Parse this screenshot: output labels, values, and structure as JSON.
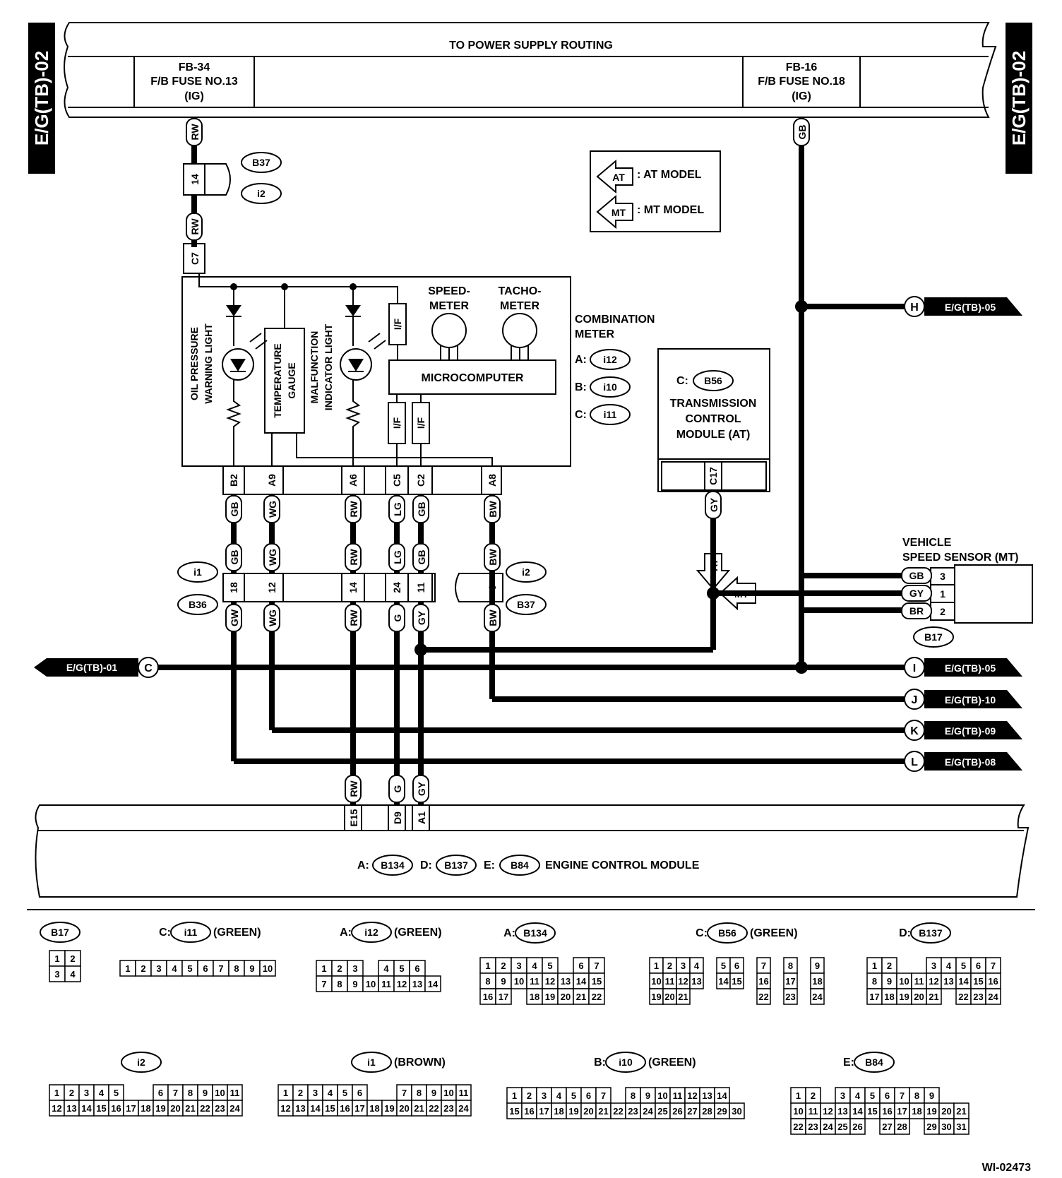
{
  "header": {
    "side_tag": "E/G(TB)-02",
    "power_supply_title": "TO POWER SUPPLY ROUTING",
    "fuse_left": {
      "line1": "FB-34",
      "line2": "F/B FUSE NO.13",
      "line3": "(IG)"
    },
    "fuse_right": {
      "line1": "FB-16",
      "line2": "F/B FUSE NO.18",
      "line3": "(IG)"
    }
  },
  "legend": {
    "at_symbol": "AT",
    "at_text": ": AT MODEL",
    "mt_symbol": "MT",
    "mt_text": ": MT MODEL"
  },
  "combination_meter": {
    "title_line1": "COMBINATION",
    "title_line2": "METER",
    "refs": [
      {
        "prefix": "A:",
        "code": "i12"
      },
      {
        "prefix": "B:",
        "code": "i10"
      },
      {
        "prefix": "C:",
        "code": "i11"
      }
    ],
    "oil_light": {
      "line1": "OIL PRESSURE",
      "line2": "WARNING LIGHT"
    },
    "temp_gauge": {
      "line1": "TEMPERATURE",
      "line2": "GAUGE"
    },
    "mil": {
      "line1": "MALFUNCTION",
      "line2": "INDICATOR LIGHT"
    },
    "speedometer": {
      "line1": "SPEED-",
      "line2": "METER"
    },
    "tachometer": {
      "line1": "TACHO-",
      "line2": "METER"
    },
    "microcomputer": "MICROCOMPUTER",
    "if_label": "I/F",
    "pins": [
      "B2",
      "A9",
      "A6",
      "C5",
      "C2",
      "A8"
    ],
    "pin_c7": "C7"
  },
  "tcm": {
    "ref_prefix": "C:",
    "ref_code": "B56",
    "line1": "TRANSMISSION",
    "line2": "CONTROL",
    "line3": "MODULE (AT)",
    "pin": "C17",
    "wire": "GY"
  },
  "vss": {
    "line1": "VEHICLE",
    "line2": "SPEED SENSOR (MT)",
    "rows": [
      {
        "wire": "GB",
        "pin": "3"
      },
      {
        "wire": "GY",
        "pin": "1"
      },
      {
        "wire": "BR",
        "pin": "2"
      }
    ],
    "connector": "B17"
  },
  "connectors": {
    "b37": "B37",
    "i2": "i2",
    "i1": "i1",
    "b36": "B36",
    "pin14": "14",
    "upper_wires": [
      "GB",
      "WG",
      "RW",
      "LG",
      "GB",
      "BW"
    ],
    "mid_wires": [
      "GB",
      "WG",
      "RW",
      "LG",
      "GB",
      "BW"
    ],
    "mid_pins": [
      "18",
      "12",
      "14",
      "24",
      "11",
      "6"
    ],
    "lower_wires": [
      "GW",
      "WG",
      "RW",
      "G",
      "GY",
      "BW"
    ],
    "wire_rw": "RW",
    "wire_gb": "GB"
  },
  "routes": {
    "left": {
      "letter": "C",
      "label": "E/G(TB)-01"
    },
    "right": [
      {
        "letter": "H",
        "label": "E/G(TB)-05"
      },
      {
        "letter": "I",
        "label": "E/G(TB)-05"
      },
      {
        "letter": "J",
        "label": "E/G(TB)-10"
      },
      {
        "letter": "K",
        "label": "E/G(TB)-09"
      },
      {
        "letter": "L",
        "label": "E/G(TB)-08"
      }
    ]
  },
  "ecm": {
    "wires": [
      "RW",
      "G",
      "GY"
    ],
    "pins": [
      "E15",
      "D9",
      "A1"
    ],
    "ref_a_prefix": "A:",
    "ref_a": "B134",
    "ref_d_prefix": "D:",
    "ref_d": "B137",
    "ref_e_prefix": "E:",
    "ref_e": "B84",
    "title": "ENGINE CONTROL MODULE"
  },
  "connector_views": {
    "b17": {
      "code": "B17",
      "rows": [
        [
          "1",
          "2"
        ],
        [
          "3",
          "4"
        ]
      ]
    },
    "i11": {
      "prefix": "C:",
      "code": "i11",
      "color": "(GREEN)",
      "rows": [
        [
          "1",
          "2",
          "3",
          "4",
          "5",
          "6",
          "7",
          "8",
          "9",
          "10"
        ]
      ]
    },
    "i12": {
      "prefix": "A:",
      "code": "i12",
      "color": "(GREEN)",
      "rows": [
        [
          "1",
          "2",
          "3",
          "",
          "4",
          "5",
          "6"
        ],
        [
          "7",
          "8",
          "9",
          "10",
          "11",
          "12",
          "13",
          "14"
        ]
      ]
    },
    "b134": {
      "prefix": "A:",
      "code": "B134",
      "rows": [
        [
          "1",
          "2",
          "3",
          "4",
          "5",
          "",
          "6",
          "7"
        ],
        [
          "8",
          "9",
          "10",
          "11",
          "12",
          "13",
          "14",
          "15"
        ],
        [
          "16",
          "17",
          "",
          "18",
          "19",
          "20",
          "21",
          "22"
        ]
      ]
    },
    "b56": {
      "prefix": "C:",
      "code": "B56",
      "color": "(GREEN)",
      "rows": [
        [
          "1",
          "2",
          "3",
          "4",
          "",
          "5",
          "6",
          "",
          "7",
          "",
          "8",
          "",
          "9"
        ],
        [
          "10",
          "11",
          "12",
          "13",
          "",
          "14",
          "15",
          "",
          "16",
          "",
          "17",
          "",
          "18"
        ],
        [
          "19",
          "20",
          "21",
          "",
          "",
          "",
          "",
          "",
          "22",
          "",
          "23",
          "",
          "24"
        ]
      ]
    },
    "b137": {
      "prefix": "D:",
      "code": "B137",
      "rows": [
        [
          "1",
          "2",
          "",
          "",
          "3",
          "4",
          "5",
          "6",
          "7"
        ],
        [
          "8",
          "9",
          "10",
          "11",
          "12",
          "13",
          "14",
          "15",
          "16"
        ],
        [
          "17",
          "18",
          "19",
          "20",
          "21",
          "",
          "22",
          "23",
          "24"
        ]
      ]
    },
    "i2": {
      "code": "i2",
      "rows": [
        [
          "1",
          "2",
          "3",
          "4",
          "5",
          "",
          "",
          "6",
          "7",
          "8",
          "9",
          "10",
          "11"
        ],
        [
          "12",
          "13",
          "14",
          "15",
          "16",
          "17",
          "18",
          "19",
          "20",
          "21",
          "22",
          "23",
          "24"
        ]
      ]
    },
    "i1": {
      "code": "i1",
      "color": "(BROWN)",
      "rows": [
        [
          "1",
          "2",
          "3",
          "4",
          "5",
          "6",
          "",
          "",
          "7",
          "8",
          "9",
          "10",
          "11"
        ],
        [
          "12",
          "13",
          "14",
          "15",
          "16",
          "17",
          "18",
          "19",
          "20",
          "21",
          "22",
          "23",
          "24"
        ]
      ]
    },
    "i10": {
      "prefix": "B:",
      "code": "i10",
      "color": "(GREEN)",
      "rows": [
        [
          "1",
          "2",
          "3",
          "4",
          "5",
          "6",
          "7",
          "",
          "8",
          "9",
          "10",
          "11",
          "12",
          "13",
          "14"
        ],
        [
          "15",
          "16",
          "17",
          "18",
          "19",
          "20",
          "21",
          "22",
          "23",
          "24",
          "25",
          "26",
          "27",
          "28",
          "29",
          "30"
        ]
      ]
    },
    "b84": {
      "prefix": "E:",
      "code": "B84",
      "rows": [
        [
          "1",
          "2",
          "",
          "3",
          "4",
          "5",
          "6",
          "7",
          "8",
          "9"
        ],
        [
          "10",
          "11",
          "12",
          "13",
          "14",
          "15",
          "16",
          "17",
          "18",
          "19",
          "20",
          "21"
        ],
        [
          "22",
          "23",
          "24",
          "25",
          "26",
          "",
          "27",
          "28",
          "",
          "29",
          "30",
          "31"
        ]
      ]
    }
  },
  "figure_id": "WI-02473"
}
